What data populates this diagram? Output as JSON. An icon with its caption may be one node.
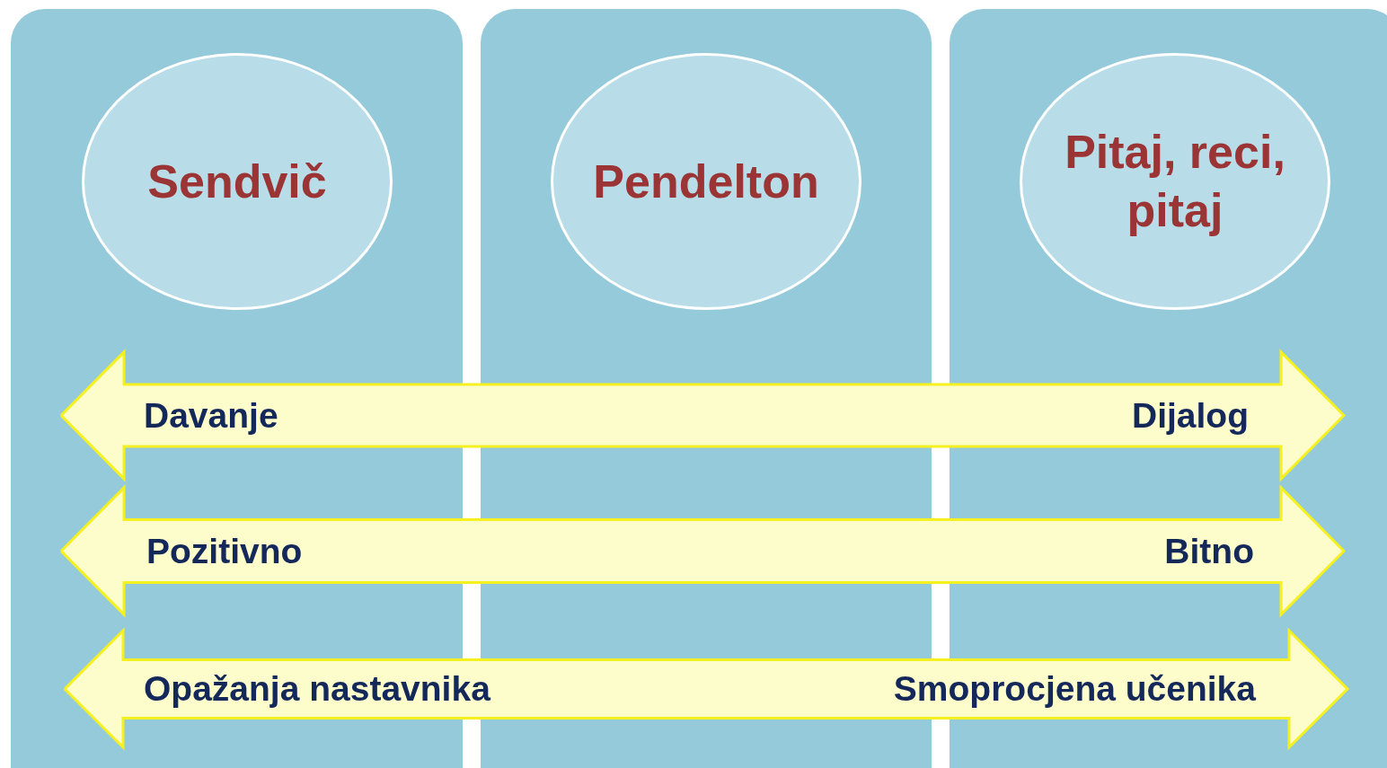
{
  "diagram": {
    "nodes": [
      {
        "text": [],
        "shape": "box"
      },
      {
        "text": [
          "Sendvič"
        ],
        "in": 0
      },
      {
        "text": [],
        "shape": "box"
      },
      {
        "text": [
          "Pendelton"
        ],
        "in": 2
      },
      {
        "text": [],
        "shape": "box"
      },
      {
        "text": [
          "Pitaj, reci, pitaj"
        ],
        "in": 4
      },
      {
        "text": [
          "Davanje",
          "Dijalog"
        ]
      },
      {
        "text": [
          "Pozitivno",
          "Bitno"
        ]
      },
      {
        "text": [
          "Opažanja nastavnika",
          "Smoprocjena učenika"
        ]
      }
    ],
    "edges": []
  }
}
